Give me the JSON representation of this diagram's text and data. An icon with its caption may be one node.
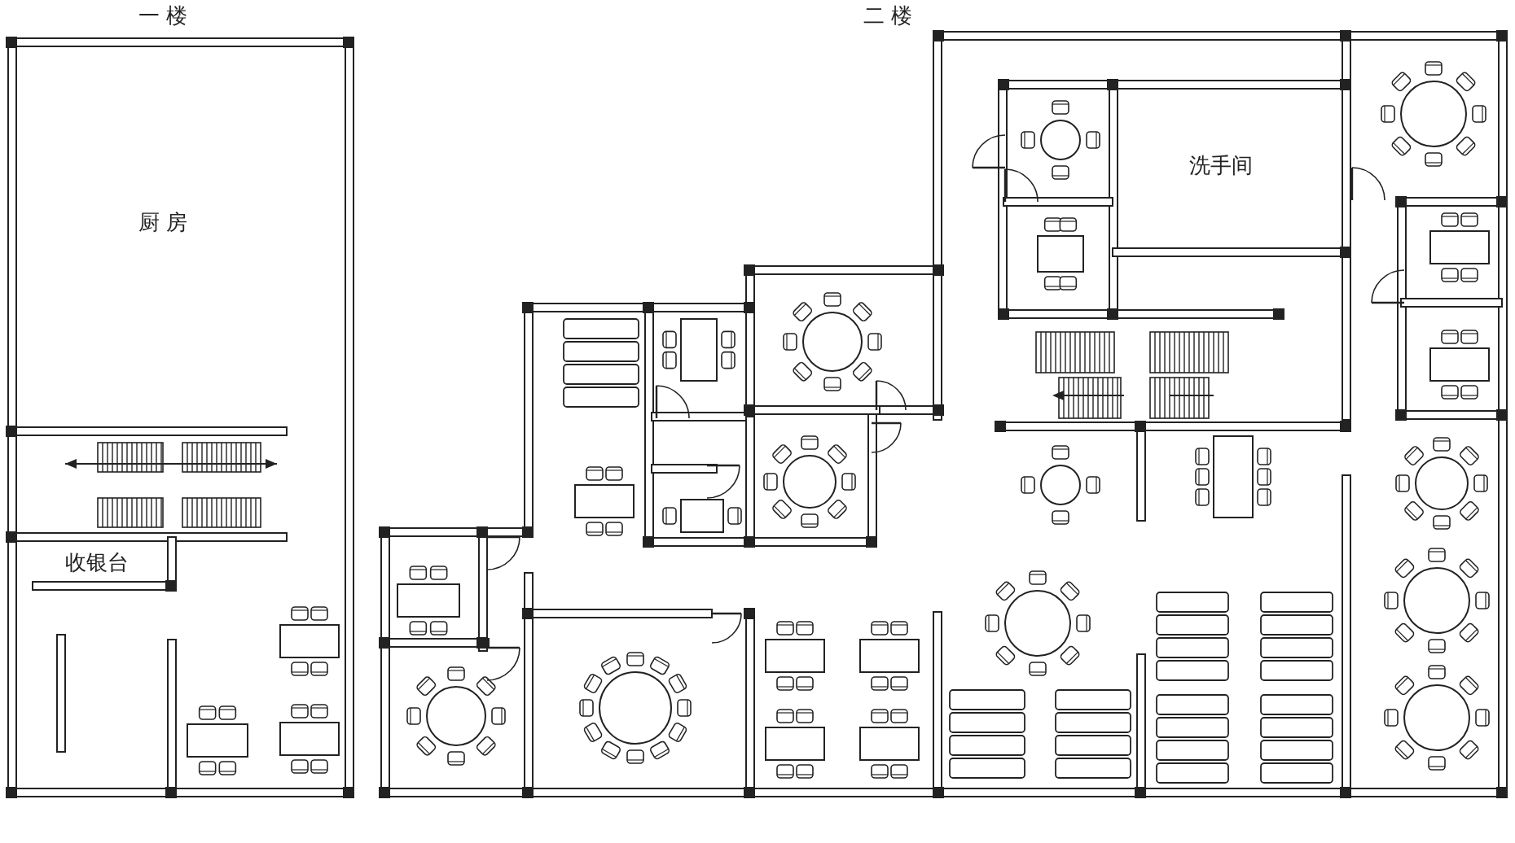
{
  "diagram": {
    "nodes": [
      {
        "text": [
          "厨 房"
        ]
      },
      {
        "text": [
          "洗手间"
        ]
      }
    ],
    "labels": [
      "一 楼",
      "二 楼",
      "收银台"
    ]
  }
}
